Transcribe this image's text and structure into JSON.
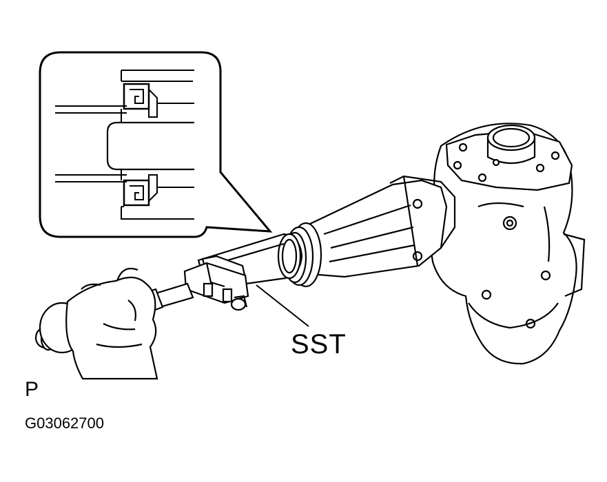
{
  "labels": {
    "tool": "SST",
    "view": "P",
    "figure_code": "G03062700"
  },
  "colors": {
    "line": "#000000",
    "background": "#ffffff"
  }
}
